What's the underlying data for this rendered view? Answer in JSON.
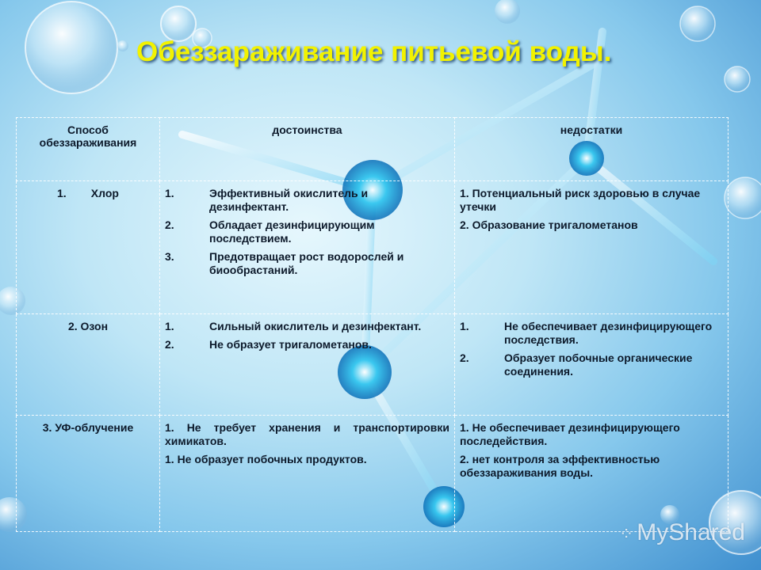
{
  "title": "Обеззараживание питьевой воды.",
  "table": {
    "headers": [
      "Способ обеззараживания",
      "достоинства",
      "недостатки"
    ],
    "rows": [
      {
        "method": "1.        Хлор",
        "pros": [
          {
            "num": "1.",
            "text": "Эффективный окислитель и дезинфектант."
          },
          {
            "num": "2.",
            "text": "Обладает дезинфицирующим последствием."
          },
          {
            "num": "3.",
            "text": "Предотвращает рост водорослей и биообрастаний."
          }
        ],
        "cons": [
          "1. Потенциальный риск здоровью в случае утечки",
          "2. Образование тригалометанов"
        ]
      },
      {
        "method": "2. Озон",
        "pros": [
          {
            "num": "1.",
            "text": "Сильный окислитель и дезинфектант."
          },
          {
            "num": "2.",
            "text": "Не образует тригалометанов."
          }
        ],
        "cons": [
          {
            "num": "1.",
            "text": "Не обеспечивает дезинфицирующего последствия."
          },
          {
            "num": "2.",
            "text": "Образует побочные органические соединения."
          }
        ]
      },
      {
        "method": "3. УФ-облучение",
        "pros": [
          "1. Не требует хранения и транспортировки химикатов.",
          "1. Не образует побочных продуктов."
        ],
        "cons": [
          "1. Не обеспечивает дезинфицирующего последействия.",
          "2. нет контроля за эффективностью обеззараживания воды."
        ]
      }
    ]
  },
  "watermark": "MyShared"
}
